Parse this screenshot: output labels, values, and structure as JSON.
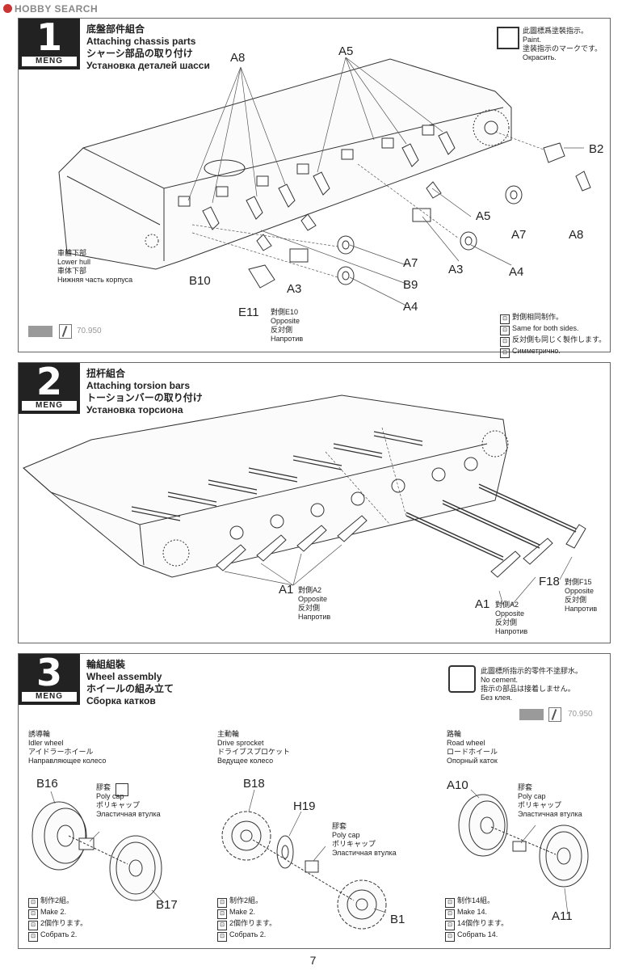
{
  "watermark": "HOBBY SEARCH",
  "brand": "MENG",
  "page_number": "7",
  "steps": [
    {
      "number": "1",
      "title_zh": "底盤部件組合",
      "title_en": "Attaching chassis parts",
      "title_ja": "シャーシ部品の取り付け",
      "title_ru": "Установка деталей шасси",
      "paint_note": {
        "zh": "此圖標爲塗裝指示。",
        "en": "Paint.",
        "ja": "塗装指示のマークです。",
        "ru": "Окрасить."
      },
      "hull_label": {
        "zh": "車體下部",
        "en": "Lower hull",
        "ja": "車体下部",
        "ru": "Нижняя часть корпуса"
      },
      "parts": [
        "A8",
        "A5",
        "B2",
        "A5",
        "A7",
        "A8",
        "A7",
        "A3",
        "A4",
        "B10",
        "A3",
        "B9",
        "A4",
        "E11"
      ],
      "opposite": {
        "zh": "對側E10",
        "en": "Opposite",
        "ja": "反対側",
        "ru": "Напротив"
      },
      "paint_code": "70.950",
      "same_both": {
        "zh": "對側相同制作。",
        "en": "Same for both sides.",
        "ja": "反対側も同じく製作します。",
        "ru": "Симметрично."
      }
    },
    {
      "number": "2",
      "title_zh": "扭杆組合",
      "title_en": "Attaching torsion bars",
      "title_ja": "トーションバーの取り付け",
      "title_ru": "Установка торсиона",
      "a1_left": {
        "part": "A1",
        "zh": "對側A2",
        "en": "Opposite",
        "ja": "反対側",
        "ru": "Напротив"
      },
      "a1_right": {
        "part": "A1",
        "zh": "對側A2",
        "en": "Opposite",
        "ja": "反対側",
        "ru": "Напротив"
      },
      "f18": {
        "part": "F18",
        "zh": "對側F15",
        "en": "Opposite",
        "ja": "反対側",
        "ru": "Напротив"
      }
    },
    {
      "number": "3",
      "title_zh": "輪組組裝",
      "title_en": "Wheel assembly",
      "title_ja": "ホイールの組み立て",
      "title_ru": "Сборка катков",
      "cement_note": {
        "zh": "此圖標所指示的零件不塗膠水。",
        "en": "No cement.",
        "ja": "指示の部品は接着しません。",
        "ru": "Без клея."
      },
      "paint_code": "70.950",
      "idler": {
        "zh": "誘導輪",
        "en": "Idler wheel",
        "ja": "アイドラーホイール",
        "ru": "Направляющее колесо",
        "parts": [
          "B16",
          "B17"
        ],
        "make": {
          "zh": "制作2組。",
          "en": "Make 2.",
          "ja": "2個作ります。",
          "ru": "Собрать 2."
        }
      },
      "sprocket": {
        "zh": "主動輪",
        "en": "Drive sprocket",
        "ja": "ドライブスプロケット",
        "ru": "Ведущее колесо",
        "parts": [
          "B18",
          "H19",
          "B1"
        ],
        "make": {
          "zh": "制作2組。",
          "en": "Make 2.",
          "ja": "2個作ります。",
          "ru": "Собрать 2."
        }
      },
      "road": {
        "zh": "路輪",
        "en": "Road wheel",
        "ja": "ロードホイール",
        "ru": "Опорный каток",
        "parts": [
          "A10",
          "A11"
        ],
        "make": {
          "zh": "制作14組。",
          "en": "Make 14.",
          "ja": "14個作ります。",
          "ru": "Собрать 14."
        }
      },
      "polycap": {
        "zh": "膠套",
        "en": "Poly cap",
        "ja": "ポリキャップ",
        "ru": "Эластичная втулка"
      }
    }
  ]
}
